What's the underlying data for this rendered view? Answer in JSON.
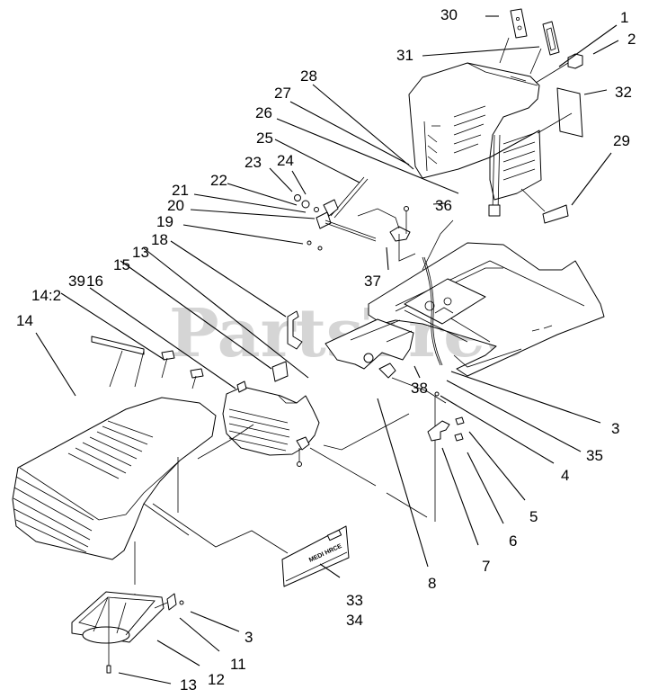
{
  "diagram": {
    "title": "Exploded parts view - hood, dash tower, footrest and cup holder",
    "watermark": "PartsTree",
    "watermark_tm": "TM",
    "decal_text": "MEDI HRCE",
    "callouts": [
      {
        "id": "c1",
        "label": "1"
      },
      {
        "id": "c2",
        "label": "2"
      },
      {
        "id": "c3a",
        "label": "3"
      },
      {
        "id": "c3b",
        "label": "3"
      },
      {
        "id": "c4",
        "label": "4"
      },
      {
        "id": "c5",
        "label": "5"
      },
      {
        "id": "c6",
        "label": "6"
      },
      {
        "id": "c7",
        "label": "7"
      },
      {
        "id": "c8",
        "label": "8"
      },
      {
        "id": "c11",
        "label": "11"
      },
      {
        "id": "c12",
        "label": "12"
      },
      {
        "id": "c13a",
        "label": "13"
      },
      {
        "id": "c13b",
        "label": "13"
      },
      {
        "id": "c14",
        "label": "14"
      },
      {
        "id": "c142",
        "label": "14:2"
      },
      {
        "id": "c15",
        "label": "15"
      },
      {
        "id": "c16",
        "label": "16"
      },
      {
        "id": "c18",
        "label": "18"
      },
      {
        "id": "c19",
        "label": "19"
      },
      {
        "id": "c20",
        "label": "20"
      },
      {
        "id": "c21",
        "label": "21"
      },
      {
        "id": "c22",
        "label": "22"
      },
      {
        "id": "c23",
        "label": "23"
      },
      {
        "id": "c24",
        "label": "24"
      },
      {
        "id": "c25",
        "label": "25"
      },
      {
        "id": "c26",
        "label": "26"
      },
      {
        "id": "c27",
        "label": "27"
      },
      {
        "id": "c28",
        "label": "28"
      },
      {
        "id": "c29",
        "label": "29"
      },
      {
        "id": "c30",
        "label": "30"
      },
      {
        "id": "c31",
        "label": "31"
      },
      {
        "id": "c32",
        "label": "32"
      },
      {
        "id": "c33",
        "label": "33"
      },
      {
        "id": "c34",
        "label": "34"
      },
      {
        "id": "c35",
        "label": "35"
      },
      {
        "id": "c36",
        "label": "36"
      },
      {
        "id": "c37",
        "label": "37"
      },
      {
        "id": "c38",
        "label": "38"
      },
      {
        "id": "c39",
        "label": "39"
      }
    ]
  }
}
